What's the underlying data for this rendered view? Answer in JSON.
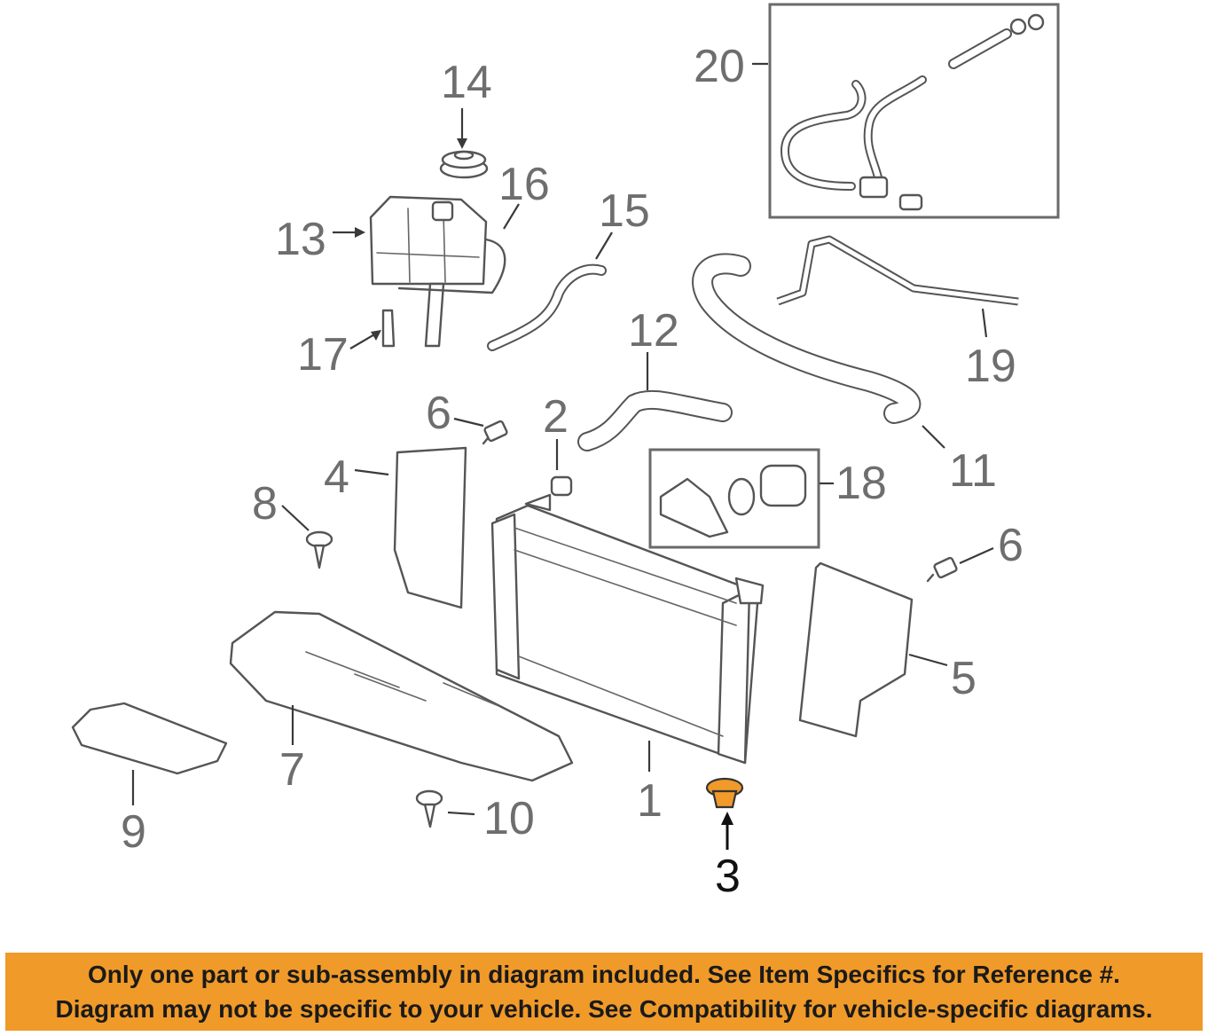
{
  "callouts": {
    "c1": "1",
    "c2": "2",
    "c3": "3",
    "c4": "4",
    "c5": "5",
    "c6a": "6",
    "c6b": "6",
    "c7": "7",
    "c8": "8",
    "c9": "9",
    "c10": "10",
    "c11": "11",
    "c12": "12",
    "c13": "13",
    "c14": "14",
    "c15": "15",
    "c16": "16",
    "c17": "17",
    "c18": "18",
    "c19": "19",
    "c20": "20"
  },
  "highlight_color": "#f09a2a",
  "banner": {
    "line1": "Only one part or sub-assembly in diagram included. See Item Specifics for Reference #.",
    "line2": "Diagram may not be specific to your vehicle. See Compatibility for vehicle-specific diagrams."
  }
}
